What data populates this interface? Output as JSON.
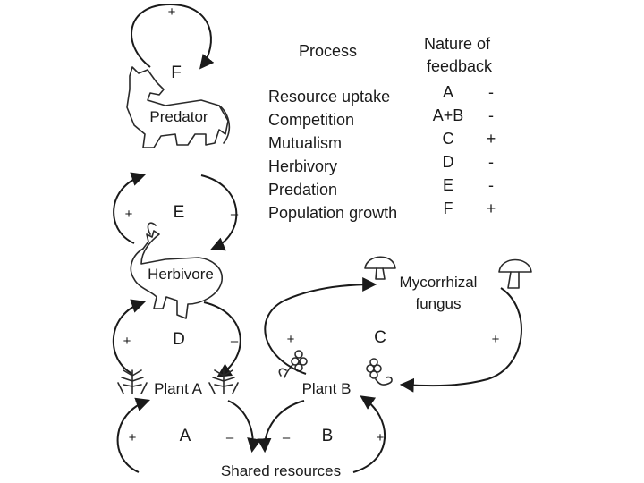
{
  "loops": {
    "F": {
      "letter": "F",
      "sign_top": "+"
    },
    "E": {
      "letter": "E",
      "sign_left": "+",
      "sign_right": "–"
    },
    "D": {
      "letter": "D",
      "sign_left": "+",
      "sign_right": "–"
    },
    "A": {
      "letter": "A",
      "sign_left": "+",
      "sign_right": "–"
    },
    "B": {
      "letter": "B",
      "sign_left": "–",
      "sign_right": "+"
    },
    "C": {
      "letter": "C",
      "sign_left": "+",
      "sign_right": "+"
    }
  },
  "nodes": {
    "predator": "Predator",
    "herbivore": "Herbivore",
    "plant_a": "Plant A",
    "plant_b": "Plant B",
    "fungus_line1": "Mycorrhizal",
    "fungus_line2": "fungus",
    "shared": "Shared resources"
  },
  "table": {
    "header_process": "Process",
    "header_nature_line1": "Nature of",
    "header_nature_line2": "feedback",
    "rows": [
      {
        "process": "Resource uptake",
        "loop": "A",
        "sign": "-"
      },
      {
        "process": "Competition",
        "loop": "A+B",
        "sign": "-"
      },
      {
        "process": "Mutualism",
        "loop": "C",
        "sign": "+"
      },
      {
        "process": "Herbivory",
        "loop": "D",
        "sign": "-"
      },
      {
        "process": "Predation",
        "loop": "E",
        "sign": "-"
      },
      {
        "process": "Population growth",
        "loop": "F",
        "sign": "+"
      }
    ]
  }
}
